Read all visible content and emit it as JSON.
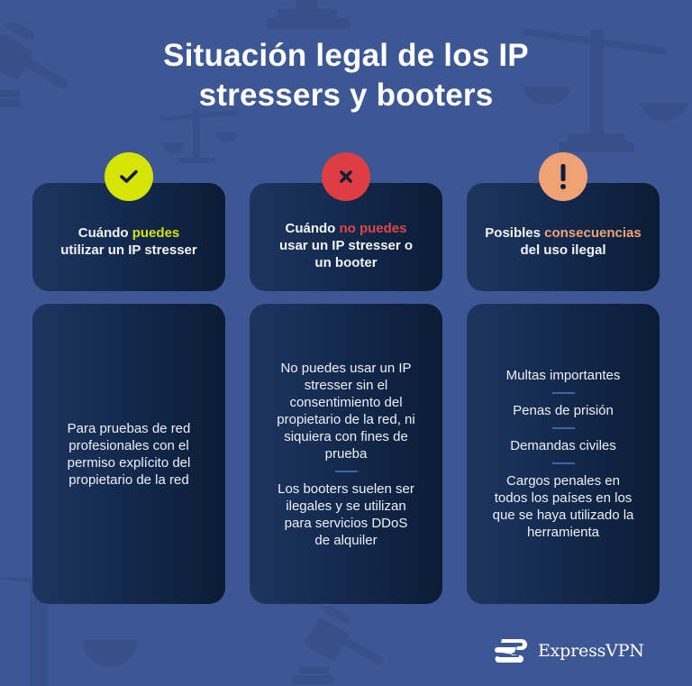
{
  "title": {
    "line1": "Situación legal de los IP",
    "line2": "stressers y booters"
  },
  "colors": {
    "background": "#3d5794",
    "card_dark": "#0b1c36",
    "accent_green": "#d5e305",
    "accent_red": "#dc3e43",
    "accent_orange": "#f0a274",
    "separator": "#3f63a6"
  },
  "columns": [
    {
      "icon": "check-icon",
      "header": {
        "prefix": "Cuándo ",
        "highlight": "puedes",
        "suffix": "utilizar un IP stresser"
      },
      "body": [
        "Para pruebas de red profesionales con el permiso explícito del propietario de la red"
      ]
    },
    {
      "icon": "x-icon",
      "header": {
        "prefix": "Cuándo ",
        "highlight": "no puedes",
        "suffix": "usar un IP stresser o un booter"
      },
      "body": [
        "No puedes usar un IP stresser sin el consentimiento del propietario de la red, ni siquiera con fines de prueba",
        "Los booters suelen ser ilegales y se utilizan para servicios DDoS de alquiler"
      ]
    },
    {
      "icon": "exclamation-icon",
      "header": {
        "prefix": "Posibles ",
        "highlight": "consecuencias",
        "suffix": "del uso ilegal"
      },
      "body": [
        "Multas importantes",
        "Penas de prisión",
        "Demandas civiles",
        "Cargos penales en todos los países en los que se haya utilizado la herramienta"
      ]
    }
  ],
  "logo": {
    "text": "ExpressVPN"
  }
}
